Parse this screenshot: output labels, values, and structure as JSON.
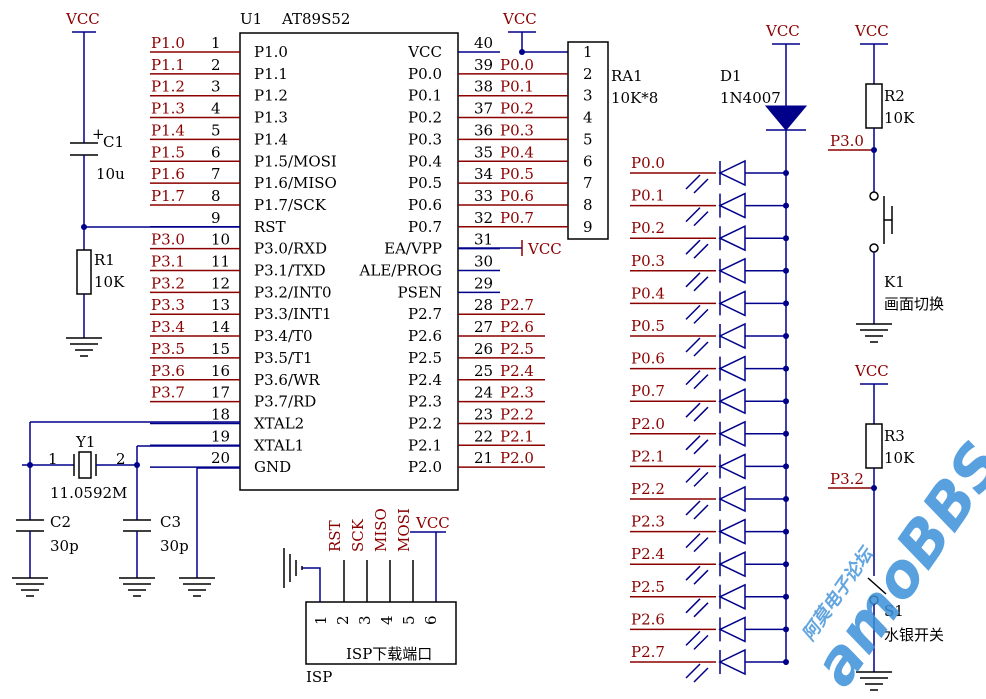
{
  "chip": {
    "ref": "U1",
    "part": "AT89S52",
    "left_pins": [
      {
        "num": "1",
        "name": "P1.0",
        "net": "P1.0"
      },
      {
        "num": "2",
        "name": "P1.1",
        "net": "P1.1"
      },
      {
        "num": "3",
        "name": "P1.2",
        "net": "P1.2"
      },
      {
        "num": "4",
        "name": "P1.3",
        "net": "P1.3"
      },
      {
        "num": "5",
        "name": "P1.4",
        "net": "P1.4"
      },
      {
        "num": "6",
        "name": "P1.5/MOSI",
        "net": "P1.5"
      },
      {
        "num": "7",
        "name": "P1.6/MISO",
        "net": "P1.6"
      },
      {
        "num": "8",
        "name": "P1.7/SCK",
        "net": "P1.7"
      },
      {
        "num": "9",
        "name": "RST",
        "net": ""
      },
      {
        "num": "10",
        "name": "P3.0/RXD",
        "net": "P3.0"
      },
      {
        "num": "11",
        "name": "P3.1/TXD",
        "net": "P3.1"
      },
      {
        "num": "12",
        "name": "P3.2/INT0",
        "net": "P3.2"
      },
      {
        "num": "13",
        "name": "P3.3/INT1",
        "net": "P3.3"
      },
      {
        "num": "14",
        "name": "P3.4/T0",
        "net": "P3.4"
      },
      {
        "num": "15",
        "name": "P3.5/T1",
        "net": "P3.5"
      },
      {
        "num": "16",
        "name": "P3.6/WR",
        "net": "P3.6"
      },
      {
        "num": "17",
        "name": "P3.7/RD",
        "net": "P3.7"
      },
      {
        "num": "18",
        "name": "XTAL2",
        "net": ""
      },
      {
        "num": "19",
        "name": "XTAL1",
        "net": ""
      },
      {
        "num": "20",
        "name": "GND",
        "net": ""
      }
    ],
    "right_pins": [
      {
        "num": "40",
        "name": "VCC",
        "net": ""
      },
      {
        "num": "39",
        "name": "P0.0",
        "net": "P0.0"
      },
      {
        "num": "38",
        "name": "P0.1",
        "net": "P0.1"
      },
      {
        "num": "37",
        "name": "P0.2",
        "net": "P0.2"
      },
      {
        "num": "36",
        "name": "P0.3",
        "net": "P0.3"
      },
      {
        "num": "35",
        "name": "P0.4",
        "net": "P0.4"
      },
      {
        "num": "34",
        "name": "P0.5",
        "net": "P0.5"
      },
      {
        "num": "33",
        "name": "P0.6",
        "net": "P0.6"
      },
      {
        "num": "32",
        "name": "P0.7",
        "net": "P0.7"
      },
      {
        "num": "31",
        "name": "EA/VPP",
        "net": ""
      },
      {
        "num": "30",
        "name": "ALE/PROG",
        "net": ""
      },
      {
        "num": "29",
        "name": "PSEN",
        "net": ""
      },
      {
        "num": "28",
        "name": "P2.7",
        "net": "P2.7"
      },
      {
        "num": "27",
        "name": "P2.6",
        "net": "P2.6"
      },
      {
        "num": "26",
        "name": "P2.5",
        "net": "P2.5"
      },
      {
        "num": "25",
        "name": "P2.4",
        "net": "P2.4"
      },
      {
        "num": "24",
        "name": "P2.3",
        "net": "P2.3"
      },
      {
        "num": "23",
        "name": "P2.2",
        "net": "P2.2"
      },
      {
        "num": "22",
        "name": "P2.1",
        "net": "P2.1"
      },
      {
        "num": "21",
        "name": "P2.0",
        "net": "P2.0"
      }
    ]
  },
  "power": {
    "vcc": "VCC"
  },
  "c1": {
    "ref": "C1",
    "value": "10u"
  },
  "r1": {
    "ref": "R1",
    "value": "10K"
  },
  "y1": {
    "ref": "Y1",
    "value": "11.0592M",
    "pin1": "1",
    "pin2": "2"
  },
  "c2": {
    "ref": "C2",
    "value": "30p"
  },
  "c3": {
    "ref": "C3",
    "value": "30p"
  },
  "ra1": {
    "ref": "RA1",
    "value": "10K*8",
    "pins": [
      "1",
      "2",
      "3",
      "4",
      "5",
      "6",
      "7",
      "8",
      "9"
    ]
  },
  "d1": {
    "ref": "D1",
    "value": "1N4007"
  },
  "led_nets": [
    "P0.0",
    "P0.1",
    "P0.2",
    "P0.3",
    "P0.4",
    "P0.5",
    "P0.6",
    "P0.7",
    "P2.0",
    "P2.1",
    "P2.2",
    "P2.3",
    "P2.4",
    "P2.5",
    "P2.6",
    "P2.7"
  ],
  "r2": {
    "ref": "R2",
    "value": "10K",
    "net": "P3.0"
  },
  "k1": {
    "ref": "K1",
    "desc": "画面切换"
  },
  "r3": {
    "ref": "R3",
    "value": "10K",
    "net": "P3.2"
  },
  "s1": {
    "ref": "S1",
    "desc": "水银开关"
  },
  "isp": {
    "ref": "ISP",
    "title": "ISP下载端口",
    "signals": [
      "RST",
      "SCK",
      "MISO",
      "MOSI"
    ],
    "pins": [
      "1",
      "2",
      "3",
      "4",
      "5",
      "6"
    ]
  },
  "watermark": {
    "text": "amoBBS",
    "sub": "阿莫电子论坛"
  },
  "colors": {
    "wire": "#00008b",
    "net": "#8b0000",
    "ink": "#000000"
  }
}
